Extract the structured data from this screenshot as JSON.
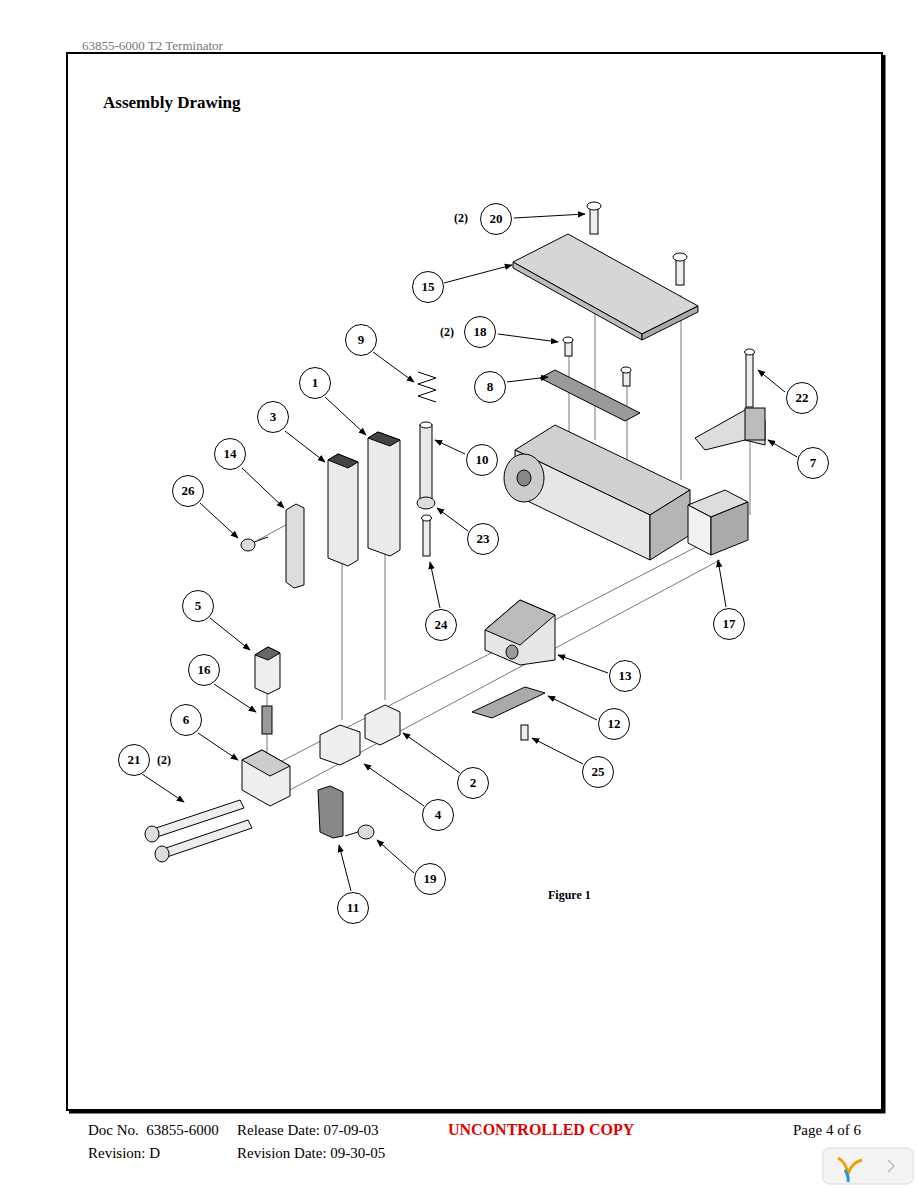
{
  "diagram": {
    "title": "Assembly Drawing",
    "caption": "Figure 1",
    "nodes": [
      {
        "text": [
          "20"
        ]
      },
      {
        "text": [
          "15"
        ]
      },
      {
        "text": [
          "18"
        ]
      },
      {
        "text": [
          "9"
        ]
      },
      {
        "text": [
          "8"
        ]
      },
      {
        "text": [
          "1"
        ]
      },
      {
        "text": [
          "22"
        ]
      },
      {
        "text": [
          "3"
        ]
      },
      {
        "text": [
          "10"
        ]
      },
      {
        "text": [
          "7"
        ]
      },
      {
        "text": [
          "14"
        ]
      },
      {
        "text": [
          "26"
        ]
      },
      {
        "text": [
          "23"
        ]
      },
      {
        "text": [
          "17"
        ]
      },
      {
        "text": [
          "24"
        ]
      },
      {
        "text": [
          "5"
        ]
      },
      {
        "text": [
          "13"
        ]
      },
      {
        "text": [
          "16"
        ]
      },
      {
        "text": [
          "12"
        ]
      },
      {
        "text": [
          "6"
        ]
      },
      {
        "text": [
          "21"
        ]
      },
      {
        "text": [
          "25"
        ]
      },
      {
        "text": [
          "2"
        ]
      },
      {
        "text": [
          "4"
        ]
      },
      {
        "text": [
          "19"
        ]
      },
      {
        "text": [
          "11"
        ]
      }
    ],
    "edges": [],
    "labels": [
      "63855-6000 T2 Terminator",
      "(2)",
      "(2)",
      "(2)",
      "Doc No.  63855-6000",
      "Release Date: 07-09-03",
      "UNCONTROLLED COPY",
      "Page 4 of 6",
      "Revision: D",
      "Revision Date: 09-30-05"
    ]
  }
}
